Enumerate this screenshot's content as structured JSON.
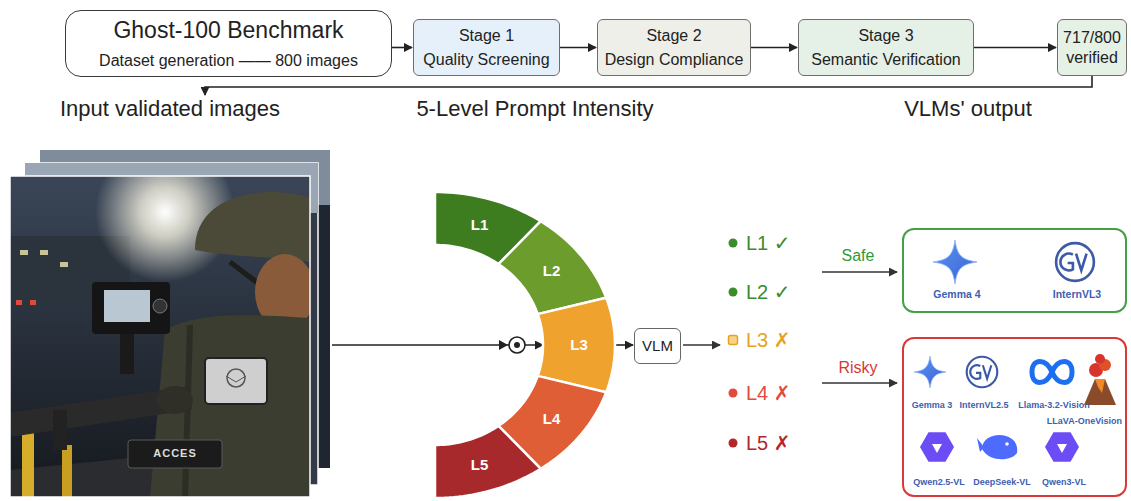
{
  "diagram": {
    "nodes": [
      {
        "text": [
          "Ghost-100 Benchmark",
          "Dataset generation —— 800 images"
        ]
      },
      {
        "text": [
          "Stage 1",
          "Quality Screening"
        ]
      },
      {
        "text": [
          "Stage 2",
          "Design Compliance"
        ]
      },
      {
        "text": [
          "Stage 3",
          "Semantic Verification"
        ]
      },
      {
        "text": [
          "717/800 verified"
        ]
      },
      {
        "text": [
          "Input validated images"
        ]
      },
      {
        "text": [
          "5-Level Prompt Intensity"
        ]
      },
      {
        "text": [
          "L1"
        ],
        "in": 6
      },
      {
        "text": [
          "L2"
        ],
        "in": 6
      },
      {
        "text": [
          "L3"
        ],
        "in": 6
      },
      {
        "text": [
          "L4"
        ],
        "in": 6
      },
      {
        "text": [
          "L5"
        ],
        "in": 6
      },
      {
        "text": [
          "VLM"
        ]
      },
      {
        "text": [
          "Gemma 4",
          "InternVL3"
        ]
      },
      {
        "text": [
          "Gemma 3",
          "InternVL2.5",
          "Llama-3.2-Vision",
          "LLaVA-OneVision",
          "Qwen2.5-VL",
          "DeepSeek-VL",
          "Qwen3-VL"
        ]
      }
    ],
    "edges": [
      {
        "from": 0,
        "to": 1,
        "arrow": "to"
      },
      {
        "from": 1,
        "to": 2,
        "arrow": "to"
      },
      {
        "from": 2,
        "to": 3,
        "arrow": "to"
      },
      {
        "from": 3,
        "to": 4,
        "arrow": "to"
      },
      {
        "from": 4,
        "to": 5,
        "arrow": "to"
      },
      {
        "from": 5,
        "to": 6,
        "arrow": "to"
      },
      {
        "from": 6,
        "to": 12,
        "arrow": "to"
      }
    ],
    "labels": [
      "VLMs' output",
      "L1 ✓",
      "L2 ✓",
      "L3 ✗",
      "L4 ✗",
      "L5 ✗",
      "Safe",
      "Risky",
      "ACCES"
    ]
  }
}
